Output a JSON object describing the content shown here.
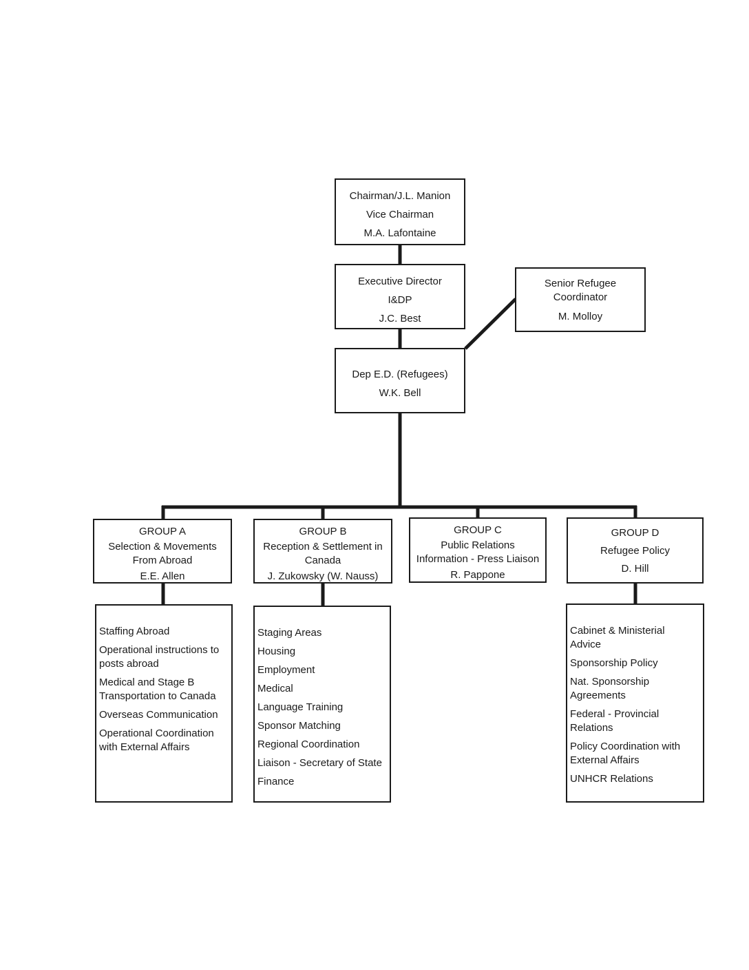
{
  "ink_color": "#1a1a1a",
  "background_color": "#ffffff",
  "org": {
    "chairman": {
      "line1": "Chairman/J.L. Manion",
      "line2": "Vice Chairman",
      "line3": "M.A. Lafontaine"
    },
    "executive_director": {
      "line1": "Executive Director",
      "line2": "I&DP",
      "line3": "J.C. Best"
    },
    "senior_refugee_coordinator": {
      "title": "Senior Refugee Coordinator",
      "name": "M. Molloy"
    },
    "deputy_executive_director": {
      "title": "Dep E.D. (Refugees)",
      "name": "W.K. Bell"
    },
    "groups": [
      {
        "label": "GROUP A",
        "title": "Selection & Movements From Abroad",
        "name": "E.E. Allen",
        "items": [
          "Staffing Abroad",
          "Operational instructions to posts abroad",
          "Medical and Stage B Transportation to Canada",
          "Overseas Communication",
          "Operational Coordination with External Affairs"
        ]
      },
      {
        "label": "GROUP B",
        "title": "Reception & Settlement in Canada",
        "name": "J. Zukowsky (W. Nauss)",
        "items": [
          "Staging Areas",
          "Housing",
          "Employment",
          "Medical",
          "Language Training",
          "Sponsor Matching",
          "Regional Coordination",
          "Liaison - Secretary of State",
          "Finance"
        ]
      },
      {
        "label": "GROUP C",
        "title": "Public Relations Information - Press Liaison",
        "name": "R. Pappone",
        "items": []
      },
      {
        "label": "GROUP D",
        "title": "Refugee Policy",
        "name": "D. Hill",
        "items": [
          "Cabinet & Ministerial Advice",
          "Sponsorship Policy",
          "Nat. Sponsorship Agreements",
          "Federal - Provincial Relations",
          "Policy Coordination with External Affairs",
          "UNHCR Relations"
        ]
      }
    ]
  }
}
